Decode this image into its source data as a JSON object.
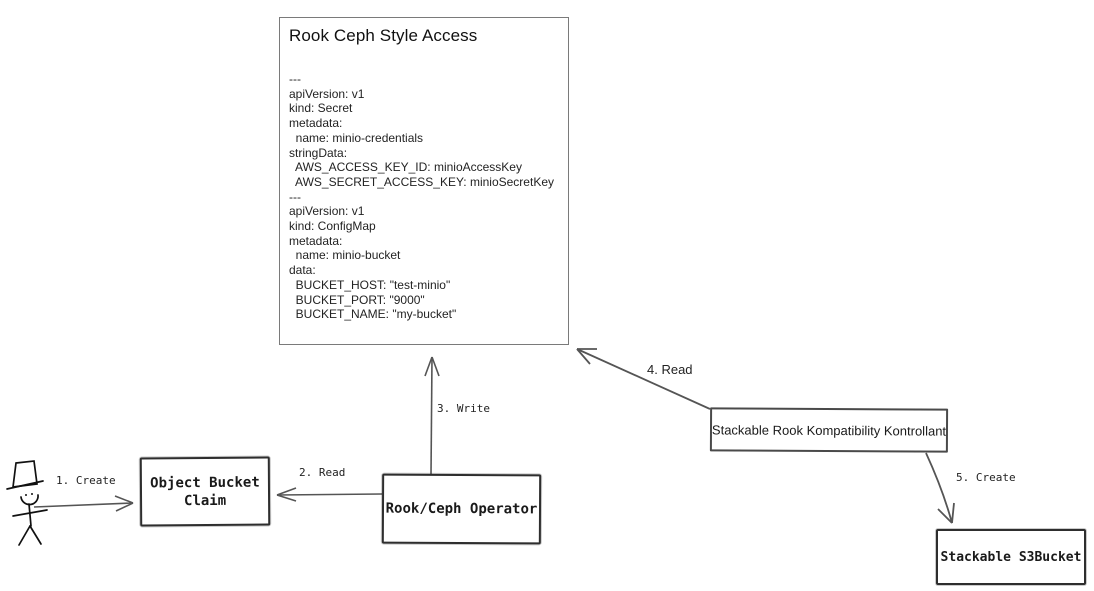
{
  "title_box": {
    "title": "Rook Ceph Style Access",
    "yaml": "---\napiVersion: v1\nkind: Secret\nmetadata:\n  name: minio-credentials\nstringData:\n  AWS_ACCESS_KEY_ID: minioAccessKey\n  AWS_SECRET_ACCESS_KEY: minioSecretKey\n---\napiVersion: v1\nkind: ConfigMap\nmetadata:\n  name: minio-bucket\ndata:\n  BUCKET_HOST: \"test-minio\"\n  BUCKET_PORT: \"9000\"\n  BUCKET_NAME: \"my-bucket\""
  },
  "nodes": {
    "object_bucket_claim": {
      "label": "Object Bucket Claim"
    },
    "rook_ceph_operator": {
      "label": "Rook/Ceph Operator"
    },
    "kontrollant": {
      "label": "Stackable Rook Kompatibility Kontrollant"
    },
    "s3bucket": {
      "label": "Stackable S3Bucket"
    }
  },
  "edges": {
    "e1": {
      "label": "1. Create"
    },
    "e2": {
      "label": "2. Read"
    },
    "e3": {
      "label": "3. Write"
    },
    "e4": {
      "label": "4. Read"
    },
    "e5": {
      "label": "5. Create"
    }
  },
  "icons": {
    "actor": "user-stick-figure"
  },
  "colors": {
    "arrow": "#555555",
    "sketch_border": "#2e2e2e",
    "title_box_border": "#7a7a7a",
    "text": "#1f1f1f",
    "background": "#ffffff"
  }
}
